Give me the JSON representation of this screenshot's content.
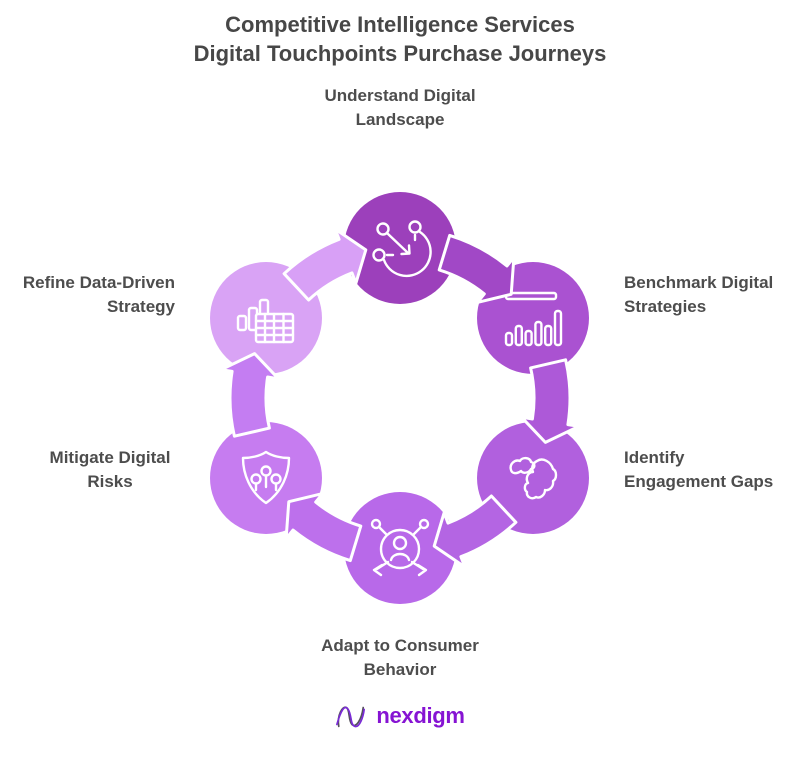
{
  "title": {
    "line1": "Competitive Intelligence Services",
    "line2": "Digital Touchpoints Purchase Journeys"
  },
  "diagram": {
    "nodes": [
      {
        "id": "understand-digital-landscape",
        "label_lines": [
          "Understand Digital",
          "Landscape"
        ],
        "color": "#9c40bb",
        "arrow_color": "#a148c6",
        "icon": "route-path-icon"
      },
      {
        "id": "benchmark-digital-strategies",
        "label_lines": [
          "Benchmark Digital",
          "Strategies"
        ],
        "color": "#aa52d1",
        "arrow_color": "#ad59d8",
        "icon": "bar-chart-icon"
      },
      {
        "id": "identify-engagement-gaps",
        "label_lines": [
          "Identify",
          "Engagement Gaps"
        ],
        "color": "#b160de",
        "arrow_color": "#b465e3",
        "icon": "globe-icon"
      },
      {
        "id": "adapt-to-consumer-behavior",
        "label_lines": [
          "Adapt to Consumer",
          "Behavior"
        ],
        "color": "#b869e9",
        "arrow_color": "#bd70ec",
        "icon": "consumer-network-icon"
      },
      {
        "id": "mitigate-digital-risks",
        "label_lines": [
          "Mitigate Digital",
          "Risks"
        ],
        "color": "#c67cf0",
        "arrow_color": "#c47df2",
        "icon": "shield-pins-icon"
      },
      {
        "id": "refine-data-driven-strategy",
        "label_lines": [
          "Refine Data-Driven",
          "Strategy"
        ],
        "color": "#d9a3f5",
        "arrow_color": "#d8a0f6",
        "icon": "chart-table-icon"
      }
    ]
  },
  "footer": {
    "brand": "nexdigm",
    "brand_color": "#8613d3",
    "logo_gray": "#55505c",
    "logo_purple": "#7a2bd6"
  }
}
